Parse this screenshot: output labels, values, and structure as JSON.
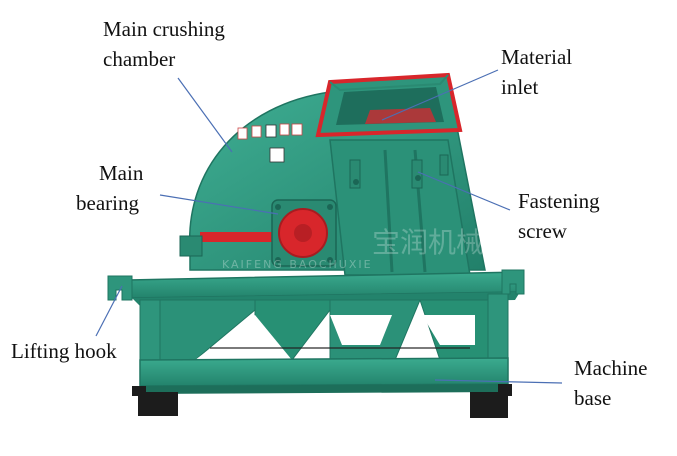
{
  "colors": {
    "body": "#2f9a82",
    "body_dark": "#1f7561",
    "body_light": "#45b095",
    "accent_red": "#d8262b",
    "base_black": "#1c1c1c",
    "leader_line": "#4b6fb4"
  },
  "labels": {
    "chamber": [
      "Main crushing",
      "chamber"
    ],
    "inlet": [
      "Material",
      "inlet"
    ],
    "bearing": [
      "Main",
      "bearing"
    ],
    "screw": [
      "Fastening",
      "screw"
    ],
    "hook": "Lifting hook",
    "base": [
      "Machine",
      "base"
    ]
  },
  "watermark": "KAIFENG BAOCHUXIE",
  "brand_mark": "宝润机械"
}
